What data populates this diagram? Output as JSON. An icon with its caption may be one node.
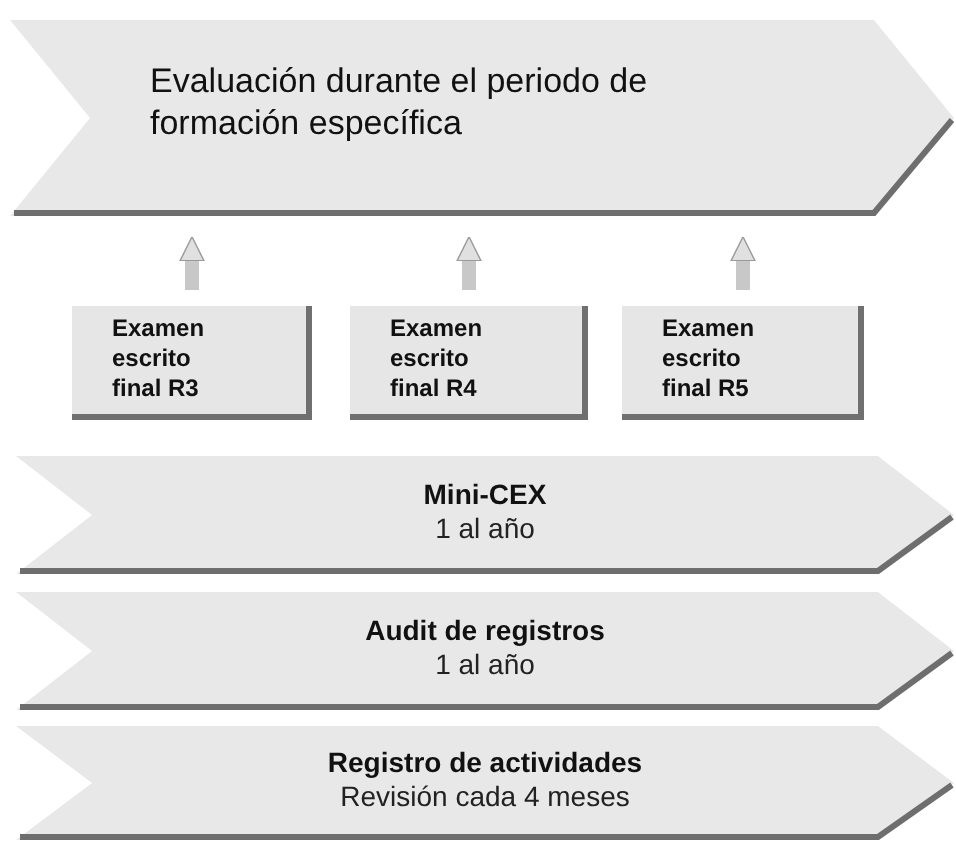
{
  "diagram": {
    "nodes": [
      {
        "text": [
          "Evaluación durante el periodo de formación específica"
        ]
      },
      {
        "text": [
          "Examen escrito final R3"
        ]
      },
      {
        "text": [
          "Examen escrito final R4"
        ]
      },
      {
        "text": [
          "Examen escrito final R5"
        ]
      },
      {
        "text": [
          "Mini-CEX",
          "1 al año"
        ]
      },
      {
        "text": [
          "Audit de registros",
          "1 al año"
        ]
      },
      {
        "text": [
          "Registro de actividades",
          "Revisión cada 4 meses"
        ]
      }
    ],
    "edges": [
      {
        "from": 1,
        "to": 0,
        "arrow": "to"
      },
      {
        "from": 2,
        "to": 0,
        "arrow": "to"
      },
      {
        "from": 3,
        "to": 0,
        "arrow": "to"
      }
    ]
  }
}
